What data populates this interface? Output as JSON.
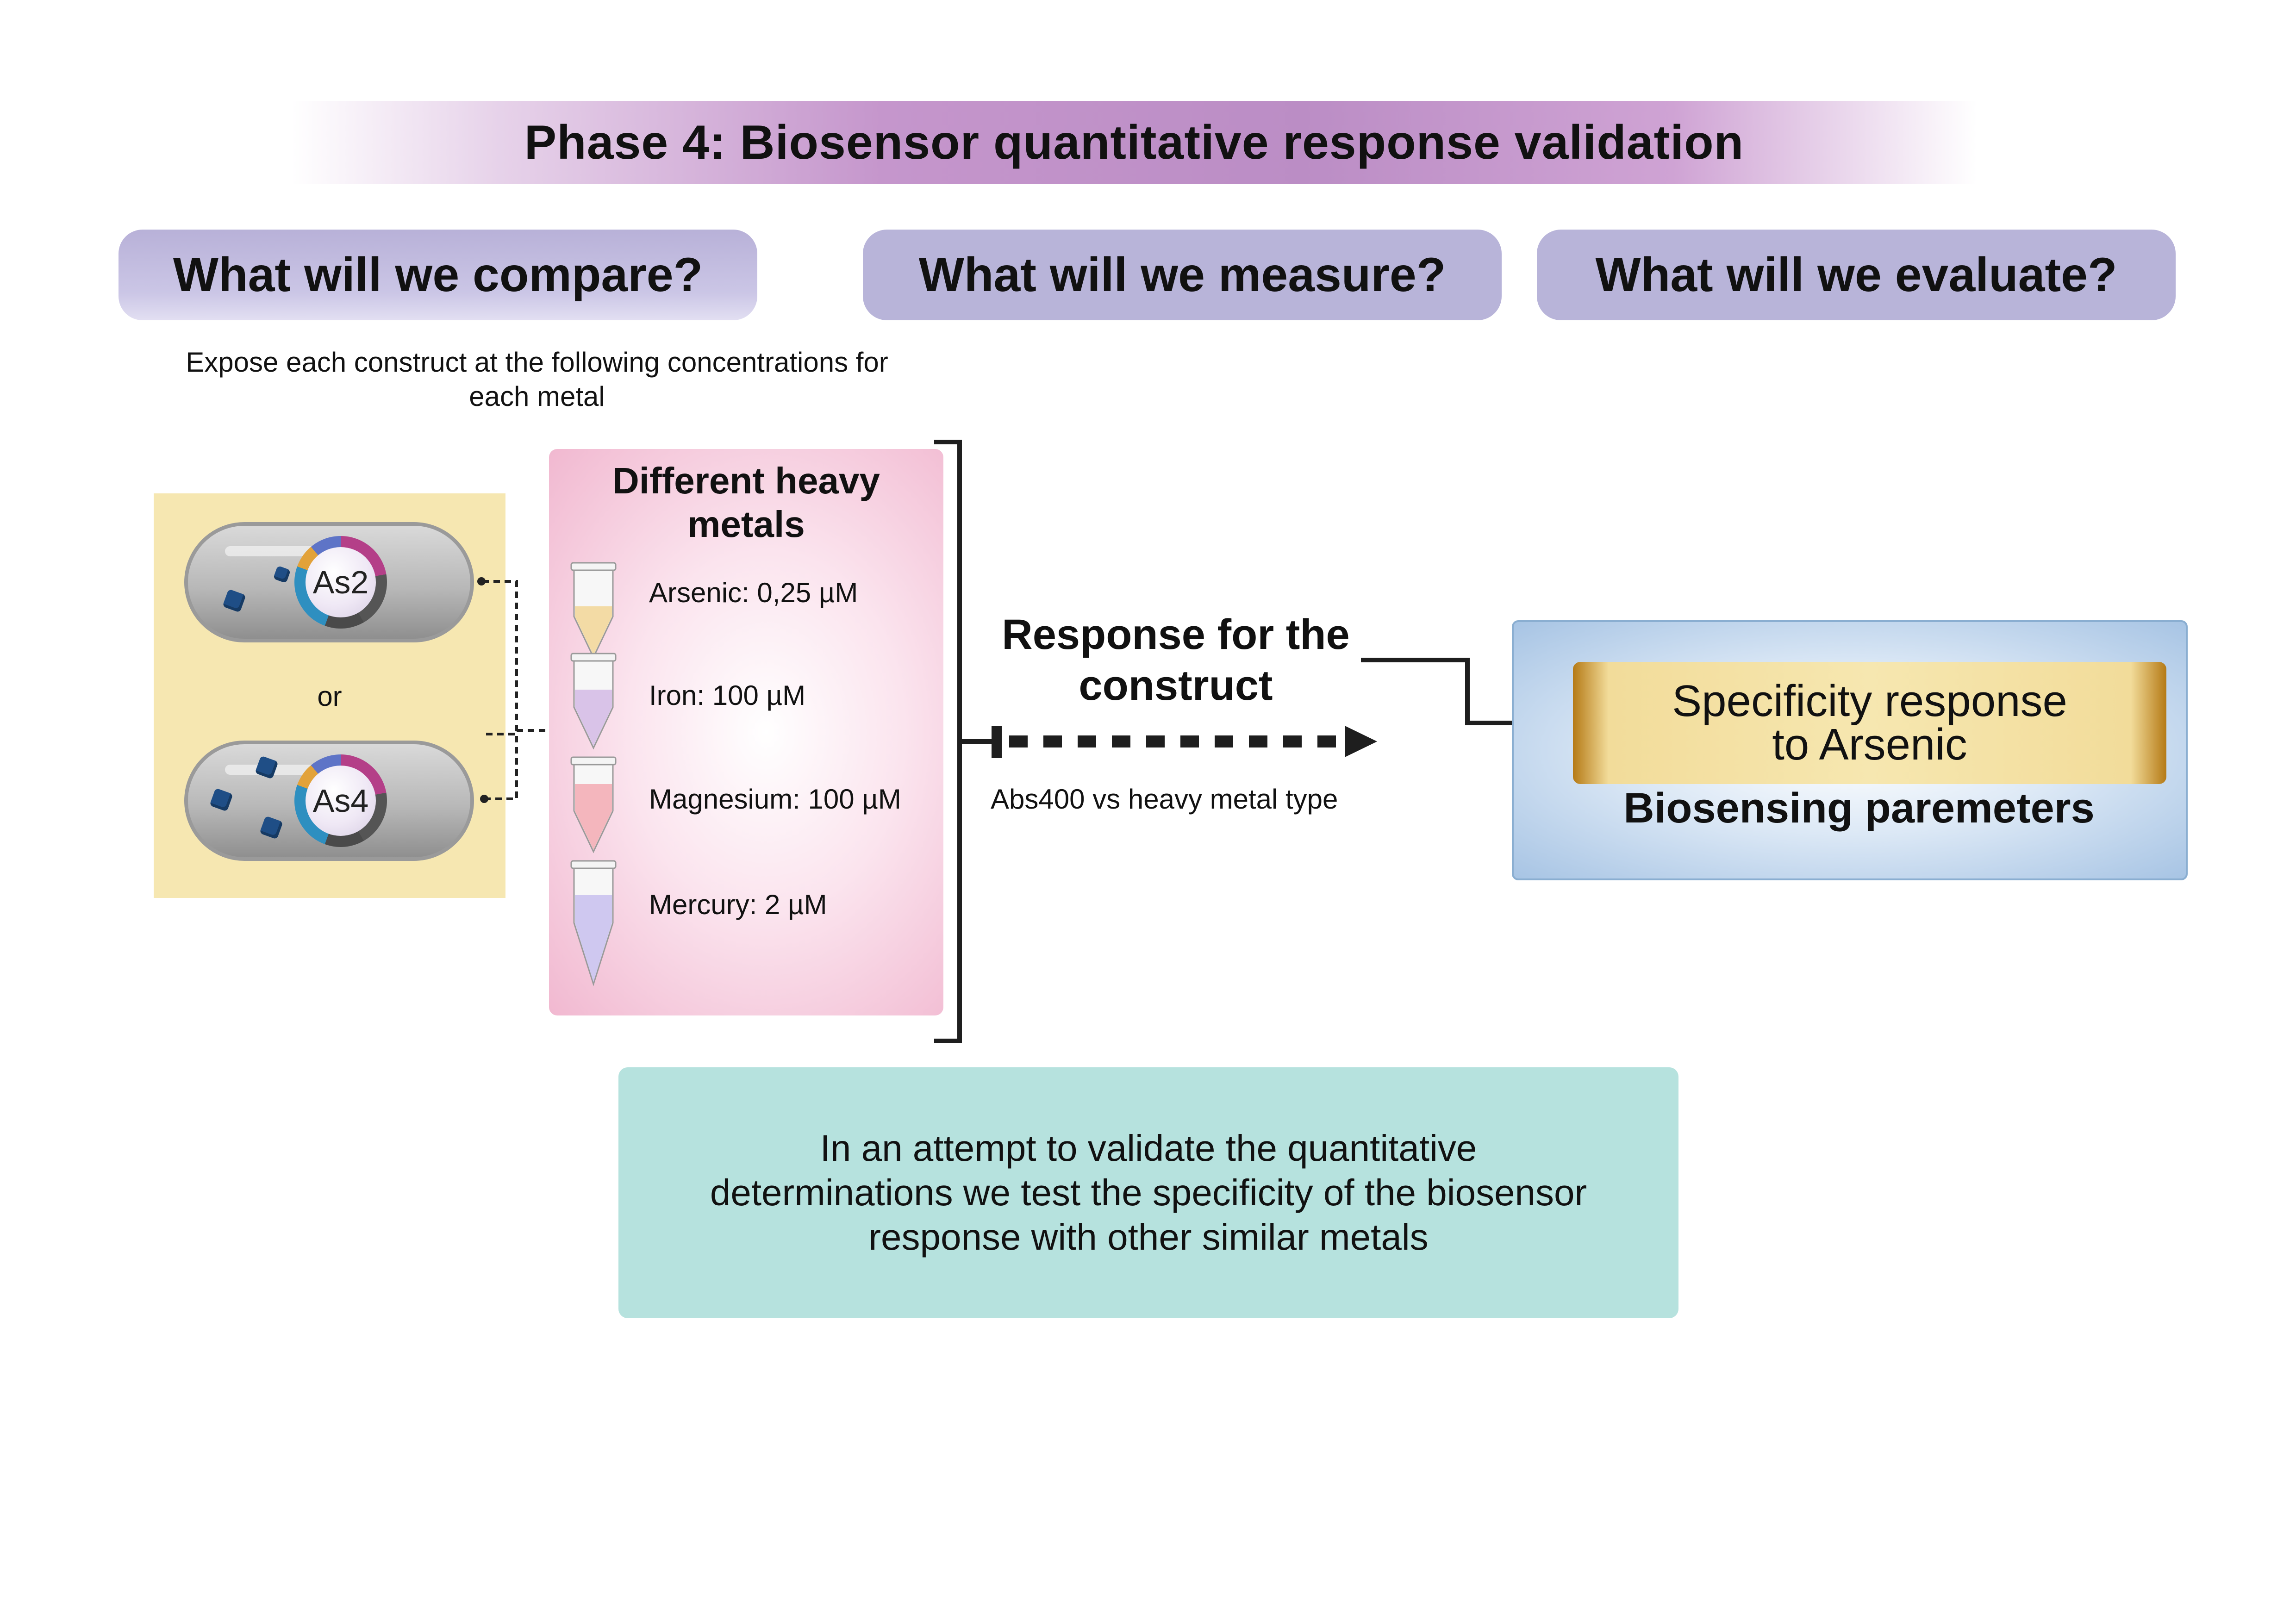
{
  "title": "Phase 4: Biosensor quantitative response validation",
  "questions": {
    "compare": "What will we compare?",
    "measure": "What will we measure?",
    "evaluate": "What will we evaluate?"
  },
  "expose_text": "Expose each construct at the following concentrations for each metal",
  "constructs": {
    "first": "As2",
    "separator": "or",
    "second": "As4"
  },
  "metals_panel": {
    "title_line1": "Different heavy",
    "title_line2": "metals",
    "items": [
      {
        "label": "Arsenic: 0,25 µM",
        "color": "#f3dba5"
      },
      {
        "label": "Iron: 100 µM",
        "color": "#d9c3e8"
      },
      {
        "label": "Magnesium: 100 µM",
        "color": "#f4b6bd"
      },
      {
        "label": "Mercury: 2 µM",
        "color": "#cfc8f0"
      }
    ]
  },
  "response": {
    "line1": "Response for the",
    "line2": "construct",
    "measurement": "Abs400 vs heavy metal type"
  },
  "evaluation": {
    "line1": "Specificity response",
    "line2": "to Arsenic",
    "caption": "Biosensing paremeters"
  },
  "conclusion": {
    "line1": "In an attempt to validate the quantitative",
    "line2": "determinations we test the specificity of the biosensor",
    "line3": "response with other similar metals"
  }
}
